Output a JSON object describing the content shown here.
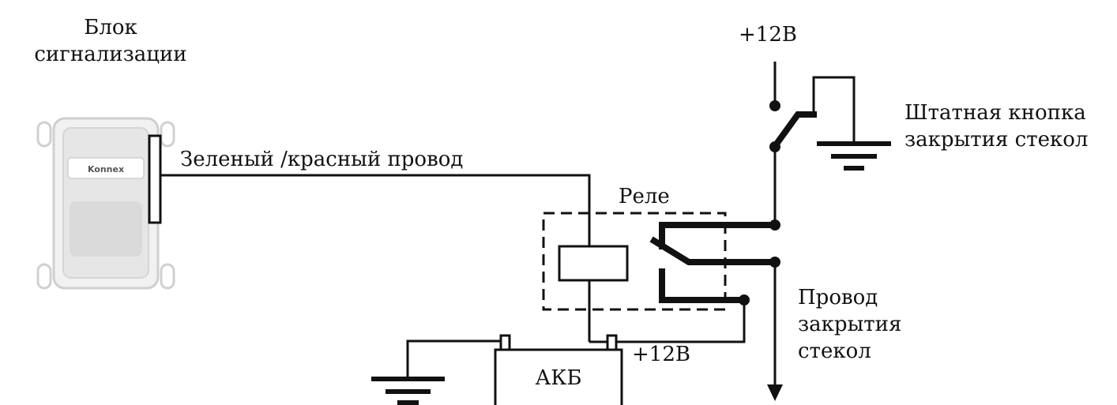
{
  "labels": {
    "alarm_unit_line1": "Блок",
    "alarm_unit_line2": "сигнализации",
    "wire_label": "Зеленый /красный провод",
    "relay_label": "Реле",
    "plus12_top": "+12В",
    "stock_button_line1": "Штатная кнопка",
    "stock_button_line2": "закрытия стекол",
    "window_wire_line1": "Провод",
    "window_wire_line2": "закрытия",
    "window_wire_line3": "стекол",
    "battery_label": "АКБ",
    "plus12_battery": "+12В",
    "device_logo": "Konnex"
  },
  "colors": {
    "line": "#111111",
    "device_body": "#e9e9e9",
    "background": "#ffffff"
  }
}
